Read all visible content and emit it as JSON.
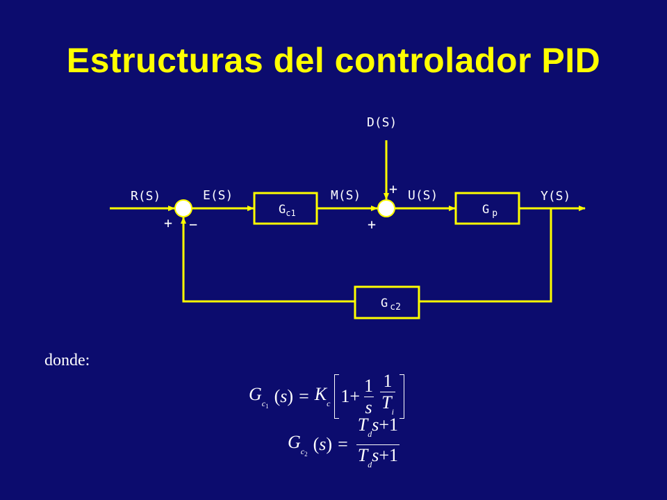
{
  "title": "Estructuras del controlador PID",
  "colors": {
    "background": "#0c0c6e",
    "diagram": "#ffff00",
    "text": "#ffffff"
  },
  "diagram": {
    "signals": {
      "r": "R(S)",
      "e": "E(S)",
      "m": "M(S)",
      "u": "U(S)",
      "y": "Y(S)",
      "d": "D(S)"
    },
    "blocks": {
      "gc1": {
        "main": "G",
        "sub": "c1"
      },
      "gp": {
        "main": "G",
        "sub": "p"
      },
      "gc2": {
        "main": "G",
        "sub": "c2"
      }
    },
    "signs": {
      "sum1_plus": "+",
      "sum1_minus": "−",
      "sum2_top": "+",
      "sum2_left": "+"
    }
  },
  "where_label": "donde:",
  "equations": {
    "eq1": {
      "lhs_G": "G",
      "lhs_sub": "c",
      "lhs_subsub": "1",
      "lhs_arg": "(s)",
      "equals": "=",
      "K": "K",
      "K_sub": "c",
      "one": "1+",
      "frac1_num": "1",
      "frac1_den": "s",
      "frac2_num": "1",
      "frac2_den_T": "T",
      "frac2_den_sub": "i"
    },
    "eq2": {
      "lhs_G": "G",
      "lhs_sub": "c",
      "lhs_subsub": "2",
      "lhs_arg": "(s)",
      "equals": "=",
      "num_T": "T",
      "num_sub": "d",
      "num_rest": "s+1",
      "den_T": "T",
      "den_sub": "d",
      "den_rest": "s+1"
    }
  }
}
